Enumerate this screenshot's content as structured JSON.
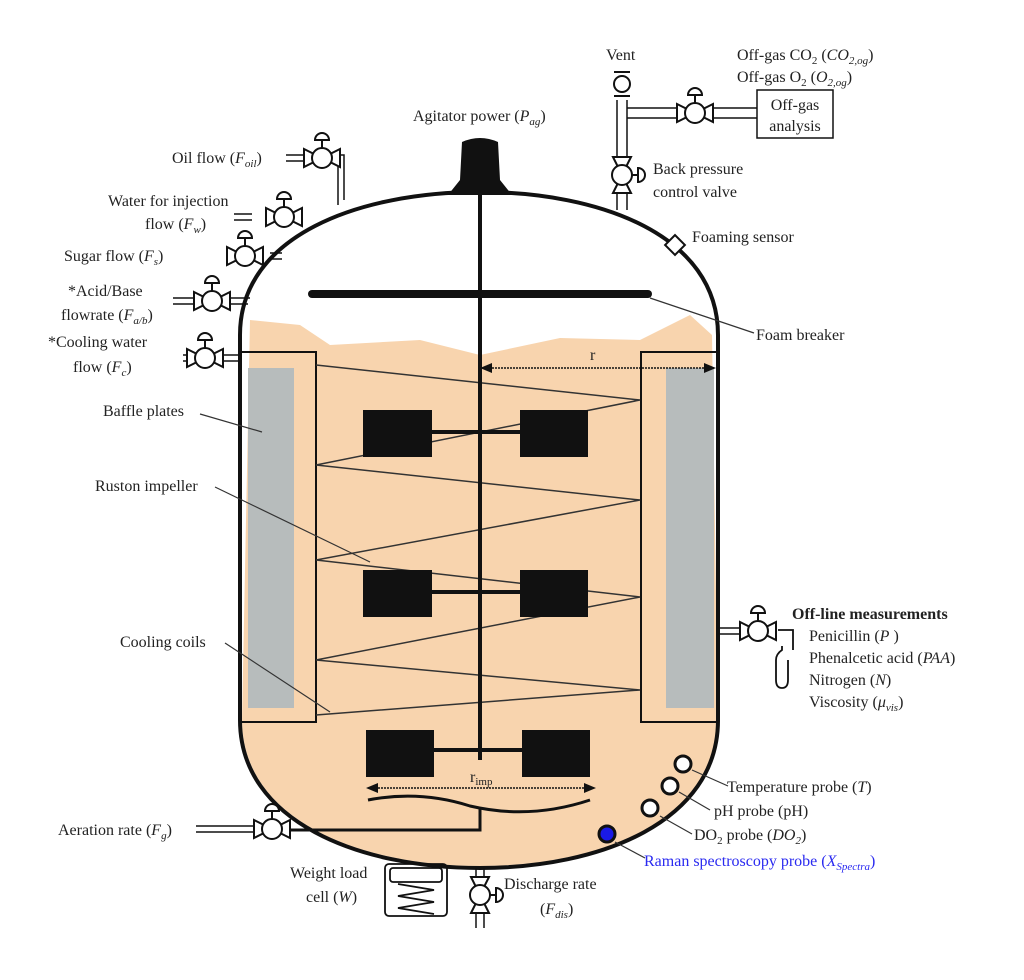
{
  "labels": {
    "vent": "Vent",
    "offgas_co2": {
      "pre": "Off-gas CO",
      "sub1": "2",
      "mid": " (",
      "var": "CO",
      "sub": "2,og",
      "post": ")"
    },
    "offgas_o2": {
      "pre": "Off-gas O",
      "sub1": "2",
      "mid": " (",
      "var": "O",
      "sub": "2,og",
      "post": ")"
    },
    "offgas_box": [
      "Off-gas",
      "analysis"
    ],
    "back_pressure": [
      "Back pressure",
      "control valve"
    ],
    "agitator": {
      "pre": "Agitator power (",
      "var": "P",
      "sub": "ag",
      "post": ")"
    },
    "foaming_sensor": "Foaming sensor",
    "foam_breaker": "Foam breaker",
    "oil": {
      "pre": "Oil flow (",
      "var": "F",
      "sub": "oil",
      "post": ")"
    },
    "water": {
      "line1": "Water for injection",
      "pre": "flow (",
      "var": "F",
      "sub": "w",
      "post": ")"
    },
    "sugar": {
      "pre": "Sugar flow (",
      "var": "F",
      "sub": "s",
      "post": ")"
    },
    "acid": {
      "line1": "*Acid/Base",
      "pre": "flowrate (",
      "var": "F",
      "sub": "a/b",
      "post": ")"
    },
    "cooling_water": {
      "line1": "*Cooling water",
      "pre": "flow (",
      "var": "F",
      "sub": "c",
      "post": ")"
    },
    "baffle": "Baffle plates",
    "ruston": "Ruston impeller",
    "coils": "Cooling coils",
    "r": "r",
    "r_imp": {
      "pre": "r",
      "sub": "imp"
    },
    "aeration": {
      "pre": "Aeration rate (",
      "var": "F",
      "sub": "g",
      "post": ")"
    },
    "weight": {
      "line1": "Weight load",
      "pre": "cell (",
      "var": "W",
      "post": ")"
    },
    "discharge": {
      "line1": "Discharge rate",
      "pre": "(",
      "var": "F",
      "sub": "dis",
      "post": ")"
    },
    "offline": {
      "title": "Off-line measurements",
      "items": [
        {
          "pre": "Penicillin (",
          "var": "P",
          "post": " )"
        },
        {
          "pre": "Phenalcetic acid (",
          "var": "PAA",
          "post": ")"
        },
        {
          "pre": "Nitrogen (",
          "var": "N",
          "post": ")"
        },
        {
          "pre": "Viscosity (",
          "var": "μ",
          "sub": "vis",
          "post": ")"
        }
      ]
    },
    "temp_probe": {
      "pre": "Temperature probe (",
      "var": "T",
      "post": ")"
    },
    "ph_probe": "pH probe (pH)",
    "do2_probe": {
      "pre": "DO",
      "sub1": "2",
      "mid": " probe (",
      "var": "DO",
      "sub": "2",
      "post": ")"
    },
    "raman": {
      "pre": "Raman spectroscopy probe (",
      "var": "X",
      "sub": "Spectra",
      "post": ")"
    }
  },
  "colors": {
    "broth": "#f8d4ae",
    "baffle": "#b7bcbc",
    "raman": "#1a1ae6",
    "line": "#111111"
  }
}
